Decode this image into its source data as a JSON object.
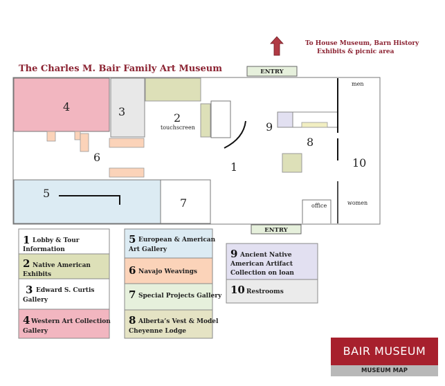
{
  "title": "The Charles M. Bair Family Art Museum",
  "directions": [
    "To House Museum, Barn History",
    "Exhibits & picnic area"
  ],
  "rooms": {
    "r1": "1",
    "r2": "2",
    "r3": "3",
    "r4": "4",
    "r5": "5",
    "r6": "6",
    "r7": "7",
    "r8": "8",
    "r9": "9",
    "r10": "10"
  },
  "labels": {
    "touchscreen": "touchscreen",
    "office": "office",
    "men": "men",
    "women": "women",
    "entry_top": "ENTRY",
    "entry_bottom": "ENTRY"
  },
  "legend": [
    {
      "num": "1",
      "line1": "Lobby & Tour",
      "line2": "Information",
      "color": "#ffffff"
    },
    {
      "num": "2",
      "line1": "Native American",
      "line2": "Exhibits",
      "color": "#dde0b8"
    },
    {
      "num": "3",
      "line1": "Edward S. Curtis",
      "line2": "Gallery",
      "color": "#ffffff"
    },
    {
      "num": "4",
      "line1": "Western Art Collection",
      "line2": "Gallery",
      "color": "#f2b6c0"
    },
    {
      "num": "5",
      "line1": "European & American",
      "line2": "Art Gallery",
      "color": "#dcebf3"
    },
    {
      "num": "6",
      "line1": "Navajo Weavings",
      "line2": "",
      "color": "#fbd3b9"
    },
    {
      "num": "7",
      "line1": "Special Projects Gallery",
      "line2": "",
      "color": "#e6f0dc"
    },
    {
      "num": "8",
      "line1": "Alberta’s Vest & Model",
      "line2": "Cheyenne Lodge",
      "color": "#e5e3c4"
    },
    {
      "num": "9",
      "line1": "Ancient Native",
      "line2": "American  Artifact",
      "line3": "Collection on loan",
      "color": "#e2e0f1"
    },
    {
      "num": "10",
      "line1": "Restrooms",
      "line2": "",
      "color": "#ebebeb"
    }
  ],
  "brand": {
    "name": "BAIR MUSEUM",
    "subtitle": "MUSEUM MAP",
    "color": "#a7202d"
  }
}
